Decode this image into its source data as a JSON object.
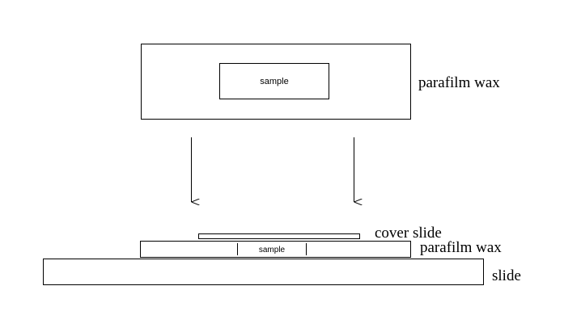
{
  "top_view": {
    "sample_label": "sample",
    "wax_label": "parafilm wax"
  },
  "side_view": {
    "cover_slide_label": "cover slide",
    "wax_label": "parafilm wax",
    "sample_label": "sample",
    "slide_label": "slide"
  },
  "colors": {
    "stroke": "#000000",
    "background": "#ffffff"
  }
}
